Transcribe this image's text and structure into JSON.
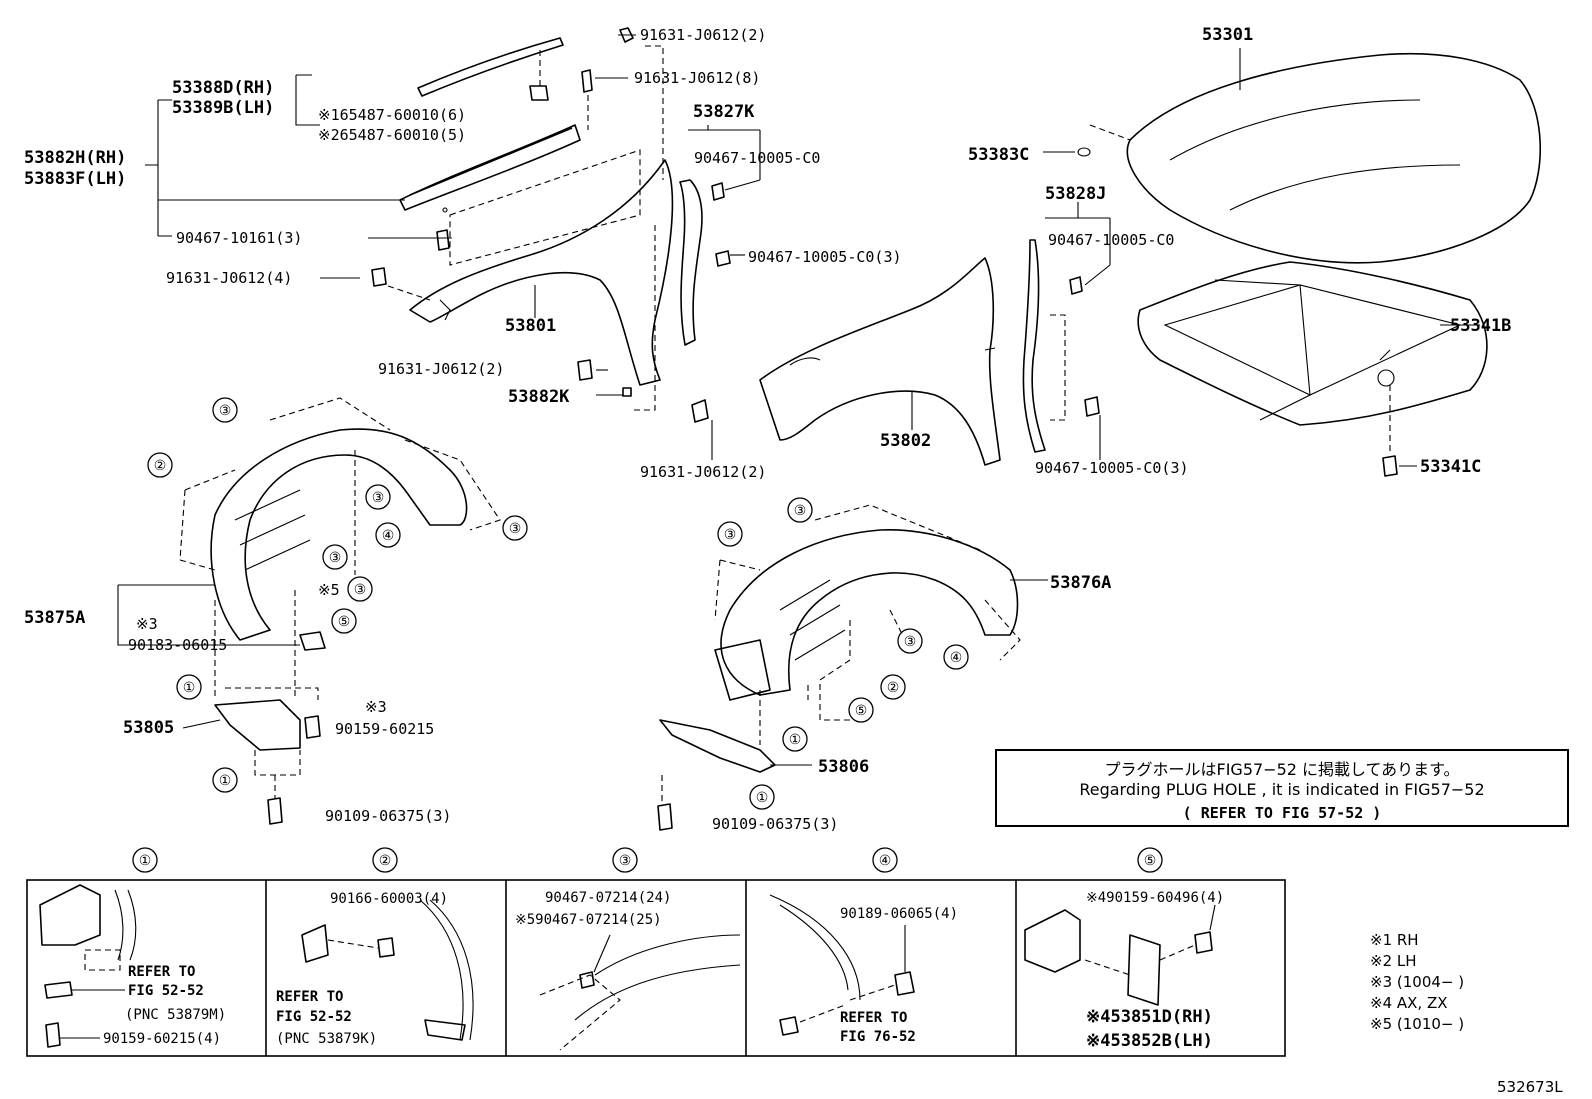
{
  "top_labels": {
    "l1": "91631-J0612(2)",
    "l2": "91631-J0612(8)",
    "l3": "53827K",
    "l4": "53388D(RH)",
    "l5": "53389B(LH)",
    "l6": "※165487-60010(6)",
    "l7": "※265487-60010(5)",
    "l8": "53882H(RH)",
    "l9": "53883F(LH)",
    "l10": "90467-10005-C0",
    "l11": "90467-10161(3)",
    "l12": "90467-10005-C0(3)",
    "l13": "91631-J0612(4)",
    "l14": "53801",
    "l15": "91631-J0612(2)",
    "l16": "53882K",
    "l17": "91631-J0612(2)",
    "l18": "53301",
    "l19": "53383C",
    "l20": "53828J",
    "l21": "90467-10005-C0",
    "l22": "53341B",
    "l23": "53802",
    "l24": "90467-10005-C0(3)",
    "l25": "53341C"
  },
  "mid_labels": {
    "m1": "53875A",
    "m2": "※3",
    "m3": "90183-06015",
    "m4": "53805",
    "m5": "※3",
    "m6": "90159-60215",
    "m7": "90109-06375(3)",
    "m8": "※5",
    "m9": "53876A",
    "m10": "53806",
    "m11": "90109-06375(3)"
  },
  "callouts": {
    "c1": "①",
    "c2": "②",
    "c3": "③",
    "c4": "④",
    "c5": "⑤"
  },
  "plug_note": {
    "jp": "プラグホールはFIG57−52 に掲載してあります。",
    "en": "Regarding  PLUG HOLE , it is indicated  in  FIG57−52",
    "ref": "(     REFER TO FIG 57-52   )"
  },
  "detail_panels": {
    "p1": {
      "refer": "REFER TO",
      "fig": "FIG 52-52",
      "pnc": "(PNC 53879M)",
      "part": "90159-60215(4)"
    },
    "p2": {
      "part": "90166-60003(4)",
      "refer": "REFER TO",
      "fig": "FIG 52-52",
      "pnc": "(PNC 53879K)"
    },
    "p3": {
      "part1": "90467-07214(24)",
      "part2": "※590467-07214(25)"
    },
    "p4": {
      "part": "90189-06065(4)",
      "refer": "REFER TO",
      "fig": "FIG 76-52"
    },
    "p5": {
      "part": "※490159-60496(4)",
      "rh": "※453851D(RH)",
      "lh": "※453852B(LH)"
    }
  },
  "legend": {
    "n1": "※1 RH",
    "n2": "※2 LH",
    "n3": "※3 (1004−        )",
    "n4": "※4 AX, ZX",
    "n5": "※5 (1010−        )"
  },
  "figure_number": "532673L"
}
